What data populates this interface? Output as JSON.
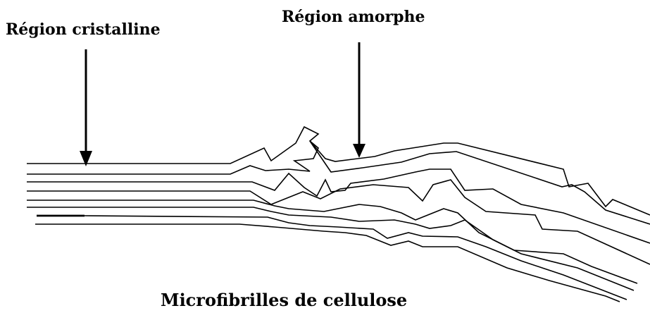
{
  "labels": {
    "crystalline_region": "Région cristalline",
    "amorphous_region": "Région amorphe",
    "caption": "Microfibrilles de cellulose"
  },
  "colors": {
    "ink": "#000000",
    "background": "#ffffff"
  }
}
